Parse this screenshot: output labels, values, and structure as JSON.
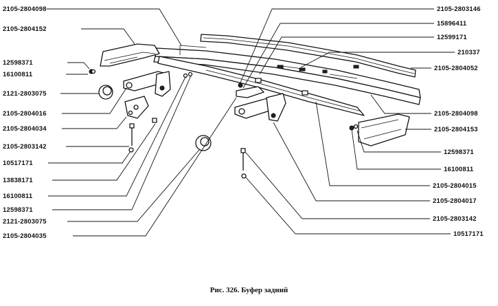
{
  "caption": "Рис. 326. Буфер задний",
  "left_labels": [
    {
      "id": "L1",
      "text": "2105-2804098"
    },
    {
      "id": "L2",
      "text": "2105-2804152"
    },
    {
      "id": "L3",
      "text": "12598371"
    },
    {
      "id": "L4",
      "text": "16100811"
    },
    {
      "id": "L5",
      "text": "2121-2803075"
    },
    {
      "id": "L6",
      "text": "2105-2804016"
    },
    {
      "id": "L7",
      "text": "2105-2804034"
    },
    {
      "id": "L8",
      "text": "2105-2803142"
    },
    {
      "id": "L9",
      "text": "10517171"
    },
    {
      "id": "L10",
      "text": "13838171"
    },
    {
      "id": "L11",
      "text": "16100811"
    },
    {
      "id": "L12",
      "text": "12598371"
    },
    {
      "id": "L13",
      "text": "2121-2803075"
    },
    {
      "id": "L14",
      "text": "2105-2804035"
    }
  ],
  "right_labels": [
    {
      "id": "R1",
      "text": "2105-2803146"
    },
    {
      "id": "R2",
      "text": "15896411"
    },
    {
      "id": "R3",
      "text": "12599171"
    },
    {
      "id": "R4",
      "text": "210337"
    },
    {
      "id": "R5",
      "text": "2105-2804052"
    },
    {
      "id": "R6",
      "text": "2105-2804098"
    },
    {
      "id": "R7",
      "text": "2105-2804153"
    },
    {
      "id": "R8",
      "text": "12598371"
    },
    {
      "id": "R9",
      "text": "16100811"
    },
    {
      "id": "R10",
      "text": "2105-2804015"
    },
    {
      "id": "R11",
      "text": "2105-2804017"
    },
    {
      "id": "R12",
      "text": "2105-2803142"
    },
    {
      "id": "R13",
      "text": "10517171"
    }
  ]
}
